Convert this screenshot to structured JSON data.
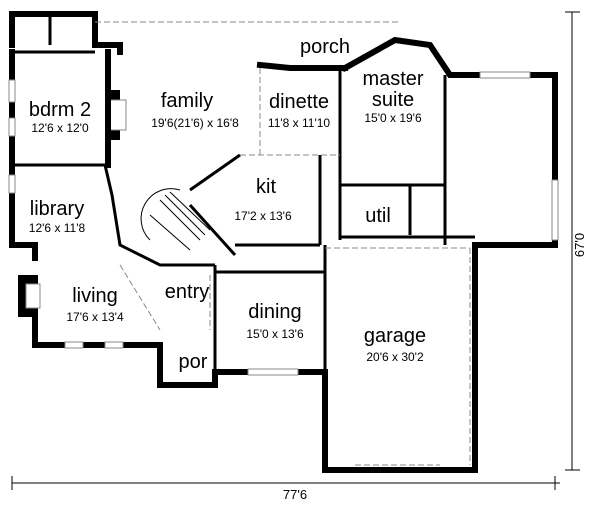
{
  "plan": {
    "rooms": [
      {
        "id": "porch",
        "name": "porch",
        "dims": ""
      },
      {
        "id": "family",
        "name": "family",
        "dims": "19'6(21'6) x 16'8"
      },
      {
        "id": "dinette",
        "name": "dinette",
        "dims": "11'8 x 11'10"
      },
      {
        "id": "master-suite",
        "name": "master",
        "name2": "suite",
        "dims": "15'0 x 19'6"
      },
      {
        "id": "bdrm-2",
        "name": "bdrm 2",
        "dims": "12'6 x 12'0"
      },
      {
        "id": "library",
        "name": "library",
        "dims": "12'6 x 11'8"
      },
      {
        "id": "kit",
        "name": "kit",
        "dims": "17'2 x 13'6"
      },
      {
        "id": "util",
        "name": "util",
        "dims": ""
      },
      {
        "id": "living",
        "name": "living",
        "dims": "17'6 x 13'4"
      },
      {
        "id": "entry",
        "name": "entry",
        "dims": ""
      },
      {
        "id": "dining",
        "name": "dining",
        "dims": "15'0 x 13'6"
      },
      {
        "id": "por",
        "name": "por",
        "dims": ""
      },
      {
        "id": "garage",
        "name": "garage",
        "dims": "20'6 x 30'2"
      }
    ],
    "overall_width": "77'6",
    "overall_depth": "67'0"
  }
}
